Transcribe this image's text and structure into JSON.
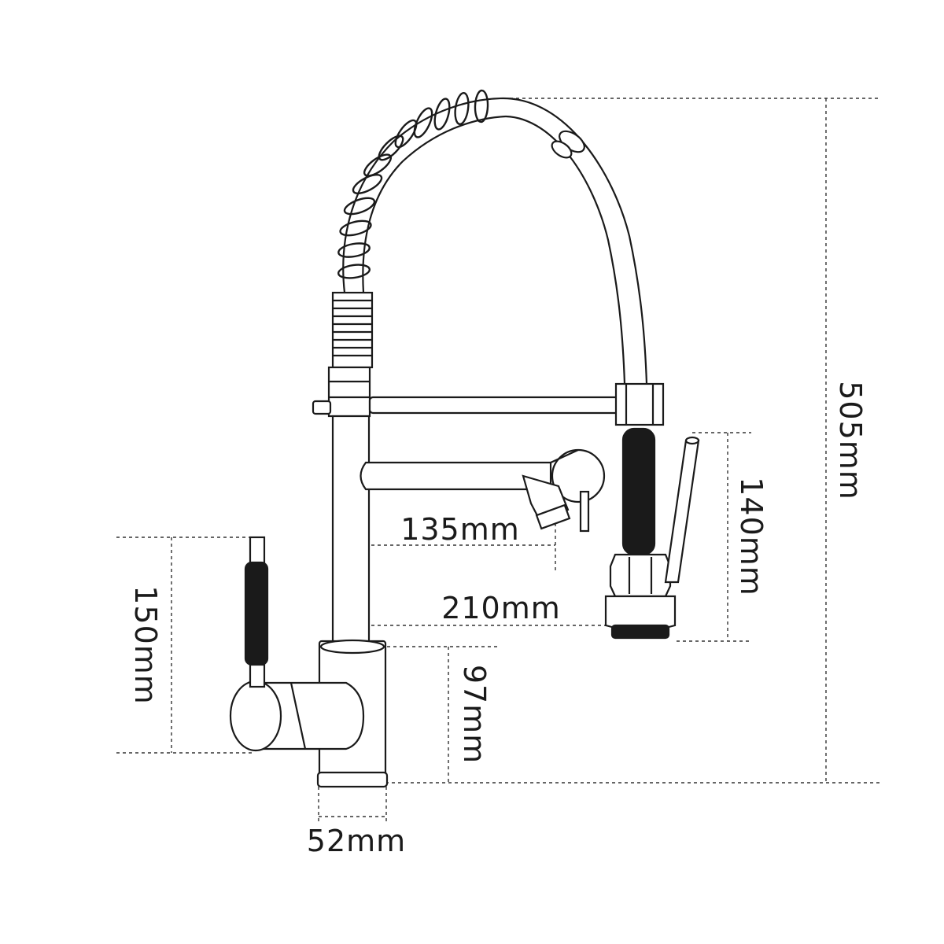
{
  "dimensions": {
    "total_height": "505mm",
    "hose_spray_height": "140mm",
    "handle_height": "150mm",
    "base_height": "97mm",
    "lower_spout_reach": "135mm",
    "spray_head_reach": "210mm",
    "base_diameter": "52mm"
  },
  "colors": {
    "line": "#1a1a1a",
    "dimension_line": "#333333",
    "background": "#ffffff"
  }
}
